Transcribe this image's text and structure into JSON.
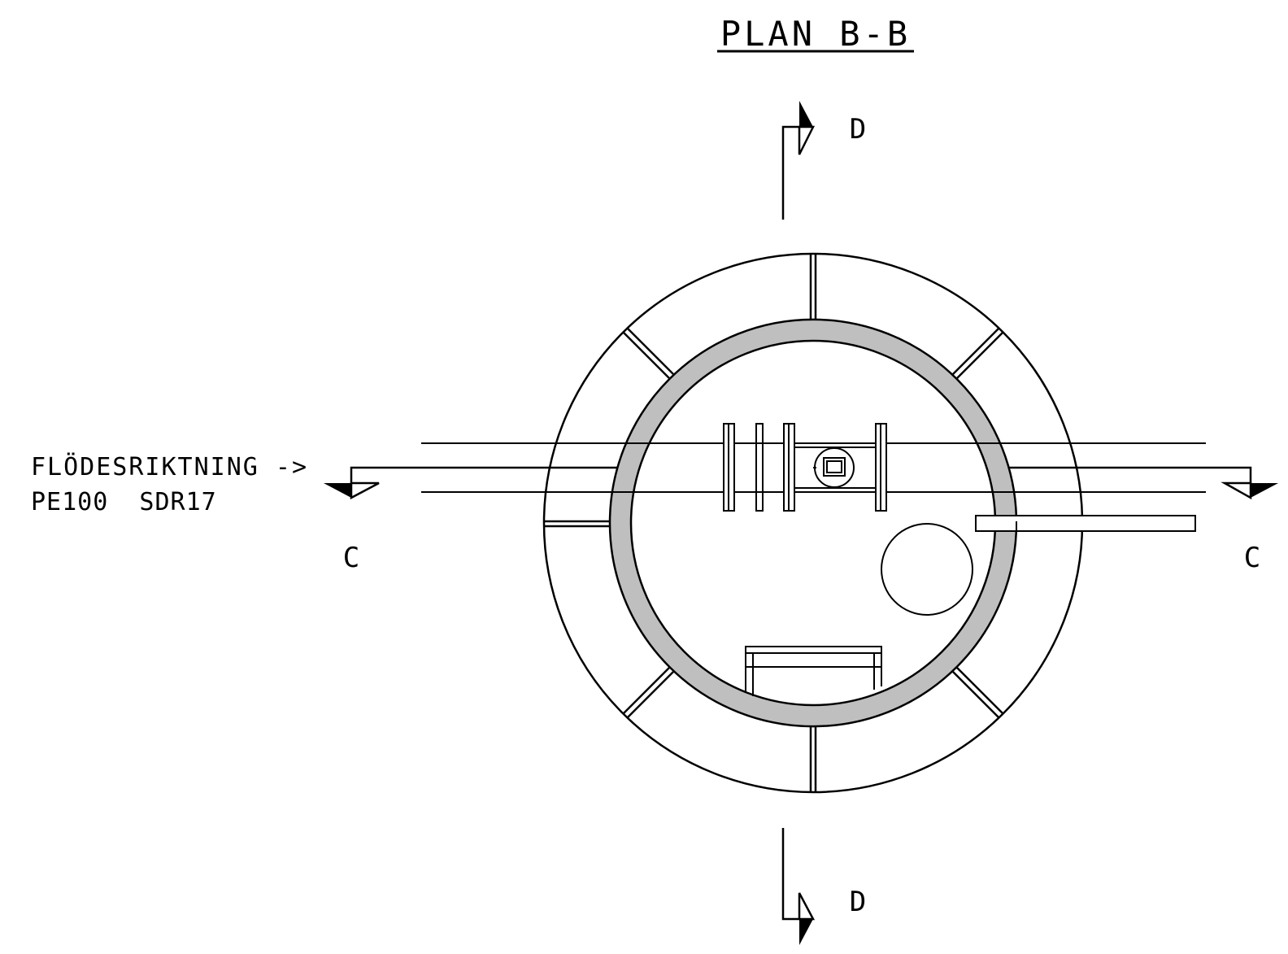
{
  "title": "PLAN B-B",
  "annotations": {
    "flow_direction": "FLÖDESRIKTNING ->",
    "pipe_spec": "PE100  SDR17"
  },
  "section_markers": {
    "d_top": "D",
    "d_bottom": "D",
    "c_left": "C",
    "c_right": "C"
  },
  "colors": {
    "line": "#000000",
    "wall_fill": "#bfbfbf",
    "background": "#ffffff"
  }
}
